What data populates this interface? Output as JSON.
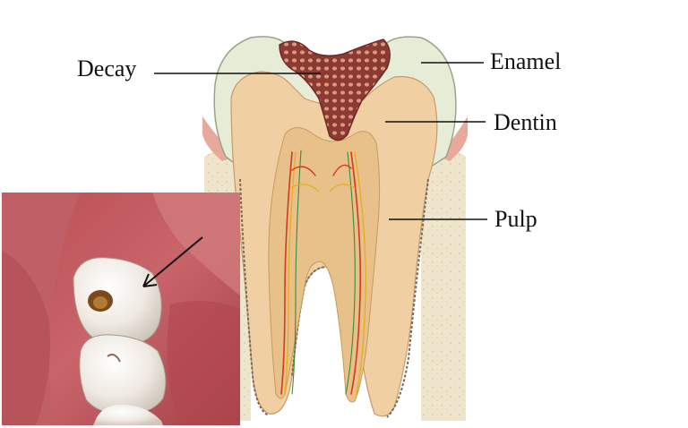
{
  "labels": {
    "decay": "Decay",
    "enamel": "Enamel",
    "dentin": "Dentin",
    "pulp": "Pulp"
  },
  "icons": {
    "tooth_diagram": "tooth-cross-section-illustration",
    "photo": "decayed-molar-photo",
    "arrow": "arrow-pointer"
  },
  "colors": {
    "enamel": "#e6ecd6",
    "dentin": "#f0cfa3",
    "pulp": "#e8c089",
    "decay": "#a8463f",
    "gum": "#e9b9a4",
    "bone": "#ede2c8",
    "nerve_red": "#d23a1e",
    "nerve_yellow": "#e0b020"
  }
}
